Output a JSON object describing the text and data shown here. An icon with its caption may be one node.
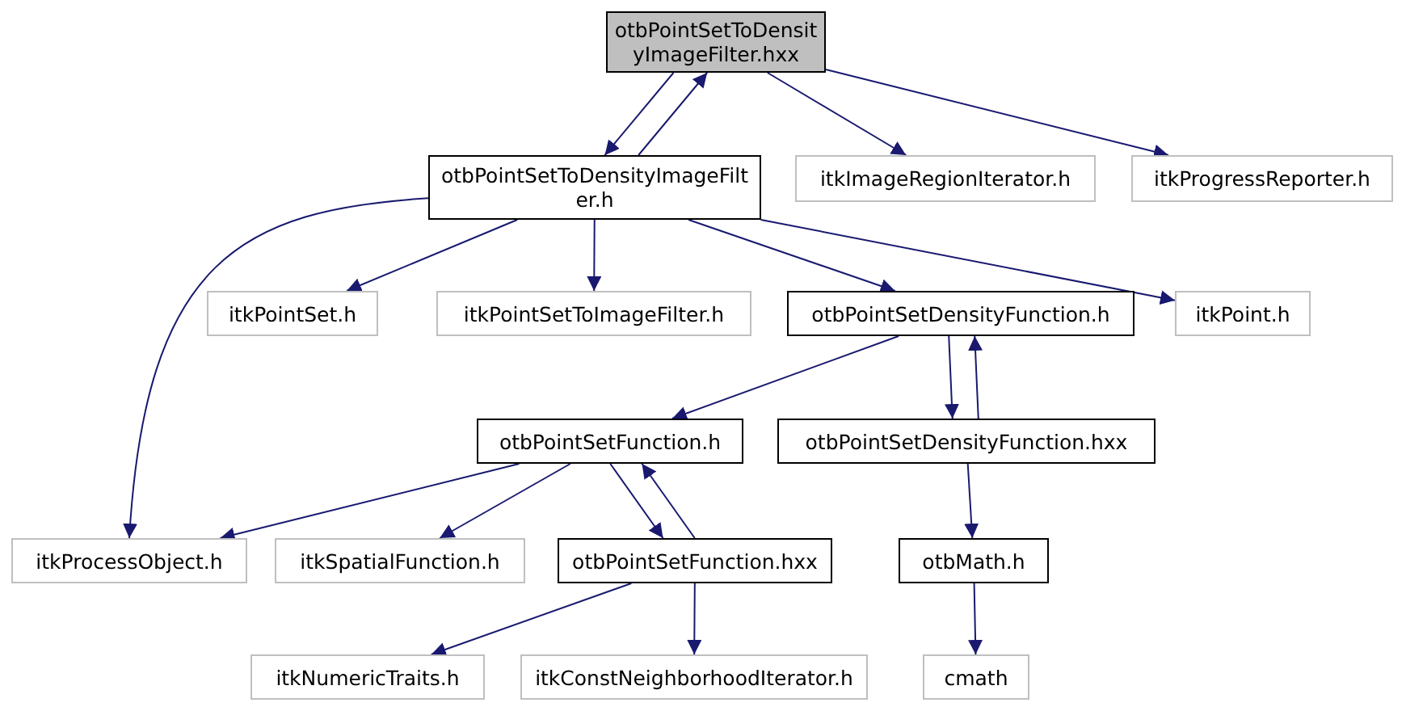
{
  "diagram": {
    "nodes": [
      {
        "text": [
          "otbPointSetToDensityImageFilter.hxx"
        ]
      },
      {
        "text": [
          "otbPointSetToDensityImageFilter.h"
        ]
      },
      {
        "text": [
          "itkImageRegionIterator.h"
        ]
      },
      {
        "text": [
          "itkProgressReporter.h"
        ]
      },
      {
        "text": [
          "itkPointSet.h"
        ]
      },
      {
        "text": [
          "itkPointSetToImageFilter.h"
        ]
      },
      {
        "text": [
          "otbPointSetDensityFunction.h"
        ]
      },
      {
        "text": [
          "itkPoint.h"
        ]
      },
      {
        "text": [
          "otbPointSetFunction.h"
        ]
      },
      {
        "text": [
          "otbPointSetDensityFunction.hxx"
        ]
      },
      {
        "text": [
          "itkProcessObject.h"
        ]
      },
      {
        "text": [
          "itkSpatialFunction.h"
        ]
      },
      {
        "text": [
          "otbPointSetFunction.hxx"
        ]
      },
      {
        "text": [
          "otbMath.h"
        ]
      },
      {
        "text": [
          "itkNumericTraits.h"
        ]
      },
      {
        "text": [
          "itkConstNeighborhoodIterator.h"
        ]
      },
      {
        "text": [
          "cmath"
        ]
      }
    ],
    "edges": [
      {
        "from": 0,
        "to": 1,
        "arrow": "to"
      },
      {
        "from": 1,
        "to": 0,
        "arrow": "to"
      },
      {
        "from": 0,
        "to": 2,
        "arrow": "to"
      },
      {
        "from": 0,
        "to": 3,
        "arrow": "to"
      },
      {
        "from": 1,
        "to": 10,
        "arrow": "to"
      },
      {
        "from": 1,
        "to": 4,
        "arrow": "to"
      },
      {
        "from": 1,
        "to": 5,
        "arrow": "to"
      },
      {
        "from": 1,
        "to": 6,
        "arrow": "to"
      },
      {
        "from": 1,
        "to": 7,
        "arrow": "to"
      },
      {
        "from": 6,
        "to": 8,
        "arrow": "to"
      },
      {
        "from": 6,
        "to": 9,
        "arrow": "to"
      },
      {
        "from": 9,
        "to": 6,
        "arrow": "to"
      },
      {
        "from": 8,
        "to": 10,
        "arrow": "to"
      },
      {
        "from": 8,
        "to": 11,
        "arrow": "to"
      },
      {
        "from": 8,
        "to": 12,
        "arrow": "to"
      },
      {
        "from": 12,
        "to": 8,
        "arrow": "to"
      },
      {
        "from": 12,
        "to": 14,
        "arrow": "to"
      },
      {
        "from": 12,
        "to": 15,
        "arrow": "to"
      },
      {
        "from": 9,
        "to": 13,
        "arrow": "to"
      },
      {
        "from": 13,
        "to": 16,
        "arrow": "to"
      }
    ]
  }
}
